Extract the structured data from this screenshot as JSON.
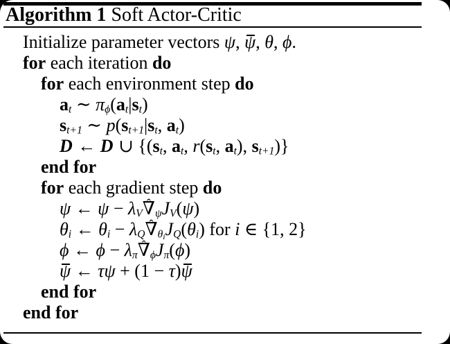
{
  "window": {
    "background_color": "#000000",
    "paper_color": "#ffffff",
    "text_color": "#000000"
  },
  "title": {
    "bold": "Algorithm 1",
    "rest": " Soft Actor-Critic"
  },
  "algorithm": {
    "lines": [
      {
        "indent": 0,
        "tokens": [
          [
            "t",
            "Initialize parameter vectors "
          ],
          [
            "i",
            "ψ"
          ],
          [
            "t",
            ", "
          ],
          [
            "ov",
            "ψ"
          ],
          [
            "t",
            ", "
          ],
          [
            "i",
            "θ"
          ],
          [
            "t",
            ", "
          ],
          [
            "i",
            "ϕ"
          ],
          [
            "t",
            "."
          ]
        ]
      },
      {
        "indent": 0,
        "tokens": [
          [
            "b",
            "for"
          ],
          [
            "t",
            " each iteration "
          ],
          [
            "b",
            "do"
          ]
        ]
      },
      {
        "indent": 1,
        "tokens": [
          [
            "b",
            "for"
          ],
          [
            "t",
            " each environment step "
          ],
          [
            "b",
            "do"
          ]
        ]
      },
      {
        "indent": 2,
        "tokens": [
          [
            "bf",
            "a"
          ],
          [
            "sub",
            "t"
          ],
          [
            "m",
            " ∼ "
          ],
          [
            "i",
            "π"
          ],
          [
            "sub",
            "ϕ"
          ],
          [
            "m",
            "("
          ],
          [
            "bf",
            "a"
          ],
          [
            "sub",
            "t"
          ],
          [
            "m",
            "|"
          ],
          [
            "bf",
            "s"
          ],
          [
            "sub",
            "t"
          ],
          [
            "m",
            ")"
          ]
        ]
      },
      {
        "indent": 2,
        "tokens": [
          [
            "bf",
            "s"
          ],
          [
            "sub",
            "t+1"
          ],
          [
            "m",
            " ∼ "
          ],
          [
            "i",
            "p"
          ],
          [
            "m",
            "("
          ],
          [
            "bf",
            "s"
          ],
          [
            "sub",
            "t+1"
          ],
          [
            "m",
            "|"
          ],
          [
            "bf",
            "s"
          ],
          [
            "sub",
            "t"
          ],
          [
            "m",
            ", "
          ],
          [
            "bf",
            "a"
          ],
          [
            "sub",
            "t"
          ],
          [
            "m",
            ")"
          ]
        ]
      },
      {
        "indent": 2,
        "tokens": [
          [
            "cal",
            "D"
          ],
          [
            "m",
            " ← "
          ],
          [
            "cal",
            "D"
          ],
          [
            "m",
            " ∪ {("
          ],
          [
            "bf",
            "s"
          ],
          [
            "sub",
            "t"
          ],
          [
            "m",
            ", "
          ],
          [
            "bf",
            "a"
          ],
          [
            "sub",
            "t"
          ],
          [
            "m",
            ", "
          ],
          [
            "i",
            "r"
          ],
          [
            "m",
            "("
          ],
          [
            "bf",
            "s"
          ],
          [
            "sub",
            "t"
          ],
          [
            "m",
            ", "
          ],
          [
            "bf",
            "a"
          ],
          [
            "sub",
            "t"
          ],
          [
            "m",
            "), "
          ],
          [
            "bf",
            "s"
          ],
          [
            "sub",
            "t+1"
          ],
          [
            "m",
            ")}"
          ]
        ]
      },
      {
        "indent": 1,
        "tokens": [
          [
            "b",
            "end for"
          ]
        ]
      },
      {
        "indent": 1,
        "tokens": [
          [
            "b",
            "for"
          ],
          [
            "t",
            " each gradient step "
          ],
          [
            "b",
            "do"
          ]
        ]
      },
      {
        "indent": 2,
        "tokens": [
          [
            "i",
            "ψ"
          ],
          [
            "m",
            " ← "
          ],
          [
            "i",
            "ψ"
          ],
          [
            "m",
            " − "
          ],
          [
            "i",
            "λ"
          ],
          [
            "sub",
            "V"
          ],
          [
            "hat",
            "∇"
          ],
          [
            "sub",
            "ψ"
          ],
          [
            "i",
            "J"
          ],
          [
            "sub",
            "V"
          ],
          [
            "m",
            "("
          ],
          [
            "i",
            "ψ"
          ],
          [
            "m",
            ")"
          ]
        ]
      },
      {
        "indent": 2,
        "tokens": [
          [
            "i",
            "θ"
          ],
          [
            "sub",
            "i"
          ],
          [
            "m",
            " ← "
          ],
          [
            "i",
            "θ"
          ],
          [
            "sub",
            "i"
          ],
          [
            "m",
            " − "
          ],
          [
            "i",
            "λ"
          ],
          [
            "sub",
            "Q"
          ],
          [
            "hat",
            "∇"
          ],
          [
            "sub",
            "θ"
          ],
          [
            "ssub",
            "i"
          ],
          [
            "i",
            "J"
          ],
          [
            "sub",
            "Q"
          ],
          [
            "m",
            "("
          ],
          [
            "i",
            "θ"
          ],
          [
            "sub",
            "i"
          ],
          [
            "m",
            ") "
          ],
          [
            "t",
            "for "
          ],
          [
            "i",
            "i"
          ],
          [
            "m",
            " ∈ {1, 2}"
          ]
        ]
      },
      {
        "indent": 2,
        "tokens": [
          [
            "i",
            "ϕ"
          ],
          [
            "m",
            " ← "
          ],
          [
            "i",
            "ϕ"
          ],
          [
            "m",
            " − "
          ],
          [
            "i",
            "λ"
          ],
          [
            "sub",
            "π"
          ],
          [
            "hat",
            "∇"
          ],
          [
            "sub",
            "ϕ"
          ],
          [
            "i",
            "J"
          ],
          [
            "sub",
            "π"
          ],
          [
            "m",
            "("
          ],
          [
            "i",
            "ϕ"
          ],
          [
            "m",
            ")"
          ]
        ]
      },
      {
        "indent": 2,
        "tokens": [
          [
            "ov",
            "ψ"
          ],
          [
            "m",
            " ← "
          ],
          [
            "i",
            "τψ"
          ],
          [
            "m",
            " + (1 − "
          ],
          [
            "i",
            "τ"
          ],
          [
            "m",
            ")"
          ],
          [
            "ov",
            "ψ"
          ]
        ]
      },
      {
        "indent": 1,
        "tokens": [
          [
            "b",
            "end for"
          ]
        ]
      },
      {
        "indent": 0,
        "tokens": [
          [
            "b",
            "end for"
          ]
        ]
      }
    ]
  }
}
